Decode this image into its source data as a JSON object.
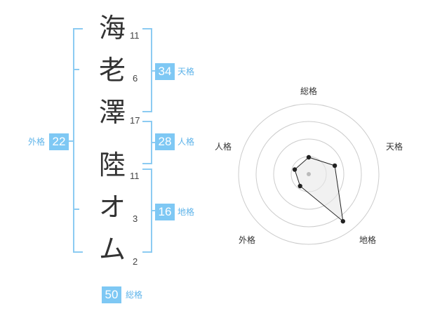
{
  "characters": [
    {
      "char": "海",
      "strokes": "11"
    },
    {
      "char": "老",
      "strokes": "6"
    },
    {
      "char": "澤",
      "strokes": "17"
    },
    {
      "char": "陸",
      "strokes": "11"
    },
    {
      "char": "オ",
      "strokes": "3"
    },
    {
      "char": "ム",
      "strokes": "2"
    }
  ],
  "kaku": {
    "tenkaku": {
      "value": "34",
      "label": "天格"
    },
    "jinkaku": {
      "value": "28",
      "label": "人格"
    },
    "chikaku": {
      "value": "16",
      "label": "地格"
    },
    "gaikaku": {
      "value": "22",
      "label": "外格"
    },
    "soukaku": {
      "value": "50",
      "label": "総格"
    }
  },
  "colors": {
    "accent": "#7ec8f4",
    "bracket": "#8ccbf2",
    "label": "#5fb4ea"
  },
  "chart_data": {
    "type": "radar",
    "axes": [
      "総格",
      "天格",
      "地格",
      "外格",
      "人格"
    ],
    "rings": 4,
    "values": [
      0.24,
      0.39,
      0.83,
      0.21,
      0.21
    ],
    "grid": true
  }
}
